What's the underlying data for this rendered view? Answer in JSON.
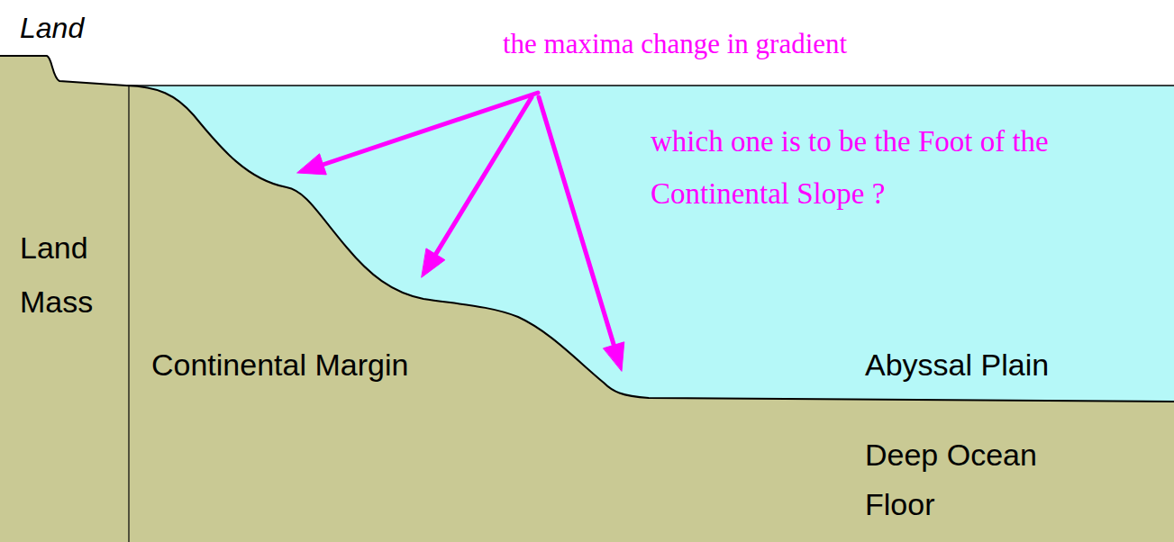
{
  "diagram": {
    "labels": [
      "Land",
      "the maxima change in gradient",
      "which one is to be the Foot of the Continental Slope ?",
      "Land Mass",
      "Continental Margin",
      "Abyssal Plain",
      "Deep Ocean Floor"
    ]
  }
}
